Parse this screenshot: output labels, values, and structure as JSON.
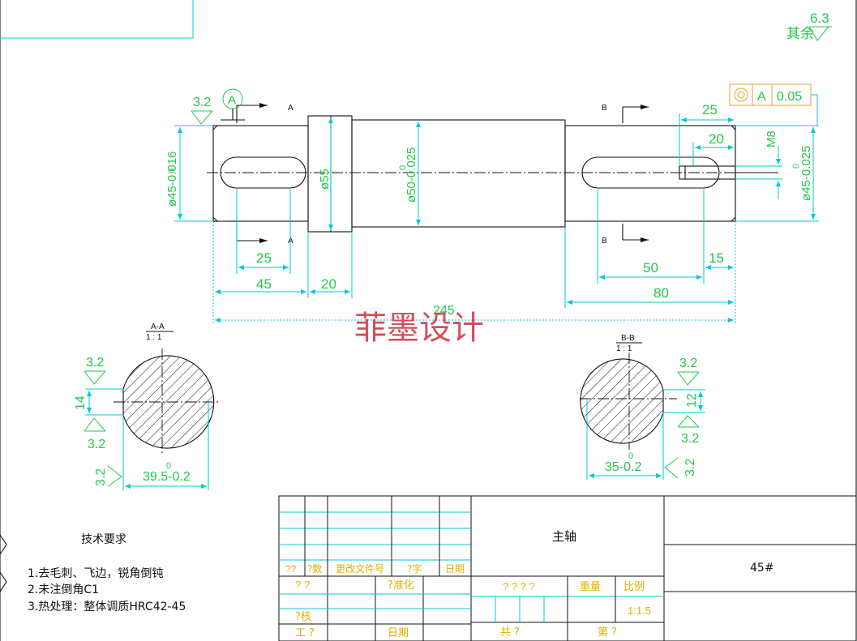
{
  "roughness": {
    "symbol": "6.3",
    "label": "其余"
  },
  "dims": {
    "d45_left": "ø45-0.016",
    "d45_left_tol": "0",
    "d55": "ø55",
    "d50": "ø50-0.025",
    "d50_tol": "0",
    "d45_right": "ø45-0.025",
    "d45_right_tol": "0",
    "m8": "M8",
    "len_25_left": "25",
    "len_45": "45",
    "len_20_left": "20",
    "len_245": "245",
    "len_25_right": "25",
    "len_20_right": "20",
    "len_50": "50",
    "len_15": "15",
    "len_80": "80"
  },
  "section_marks": {
    "a": "A",
    "b": "B"
  },
  "datum": {
    "label": "A"
  },
  "geo_tol": {
    "datum": "A",
    "value": "0.05"
  },
  "roughness_marks": {
    "r32": "3.2"
  },
  "section_a": {
    "title": "A-A",
    "scale": "1 : 1",
    "width": "14",
    "depth": "39.5-0.2",
    "depth_tol": "0"
  },
  "section_b": {
    "title": "B-B",
    "scale": "1 : 1",
    "width": "12",
    "depth": "35-0.2",
    "depth_tol": "0"
  },
  "watermark": "菲墨设计",
  "tech_requirements": {
    "title": "技术要求",
    "items": [
      "1.去毛刺、飞边，锐角倒钝",
      "2.未注倒角C1",
      "3.热处理：整体调质HRC42-45"
    ]
  },
  "title_block": {
    "part_name": "主轴",
    "material": "45#",
    "rev_cols": [
      "??",
      "?数",
      "更改文件号",
      "?字",
      "日期"
    ],
    "row_design": "? ?",
    "row_std": "?准化",
    "row_check": "?核",
    "row_process": "工 ?",
    "row_date": "日期",
    "stage": "? ? ? ?",
    "weight": "重量",
    "ratio_label": "比例",
    "ratio_value": "1:1.5",
    "total": "共    ?",
    "sheet": "第    ?"
  }
}
